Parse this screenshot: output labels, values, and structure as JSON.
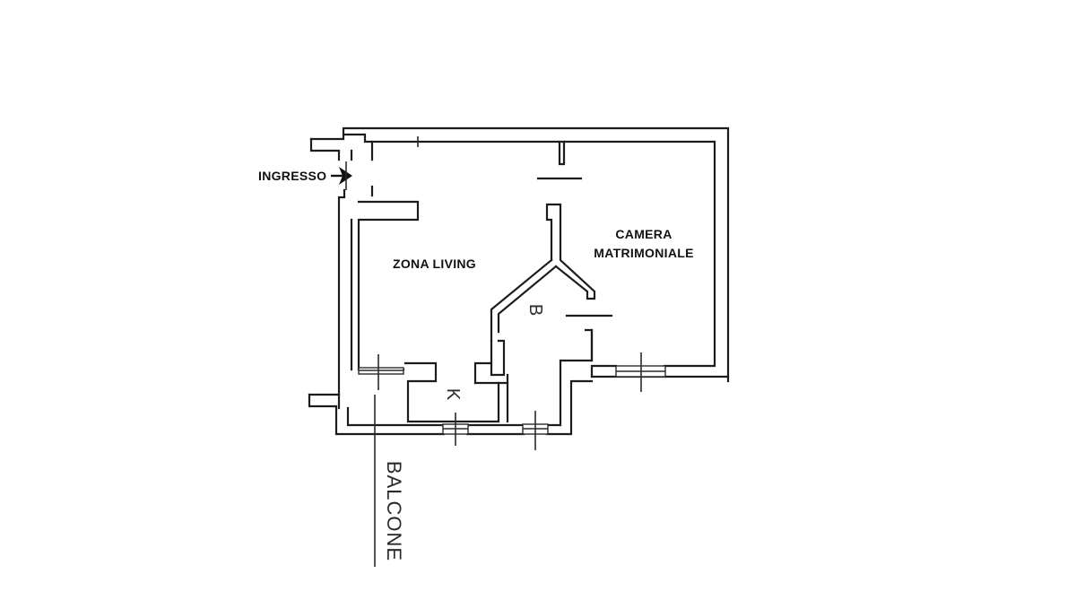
{
  "rooms": {
    "entrance": "INGRESSO",
    "living": "ZONA LIVING",
    "bedroom_line1": "CAMERA",
    "bedroom_line2": "MATRIMONIALE",
    "bathroom": "B",
    "kitchen": "K",
    "balcony": "BALCONE"
  },
  "colors": {
    "wall": "#1c1c1c",
    "background": "#ffffff",
    "text": "#111111"
  }
}
